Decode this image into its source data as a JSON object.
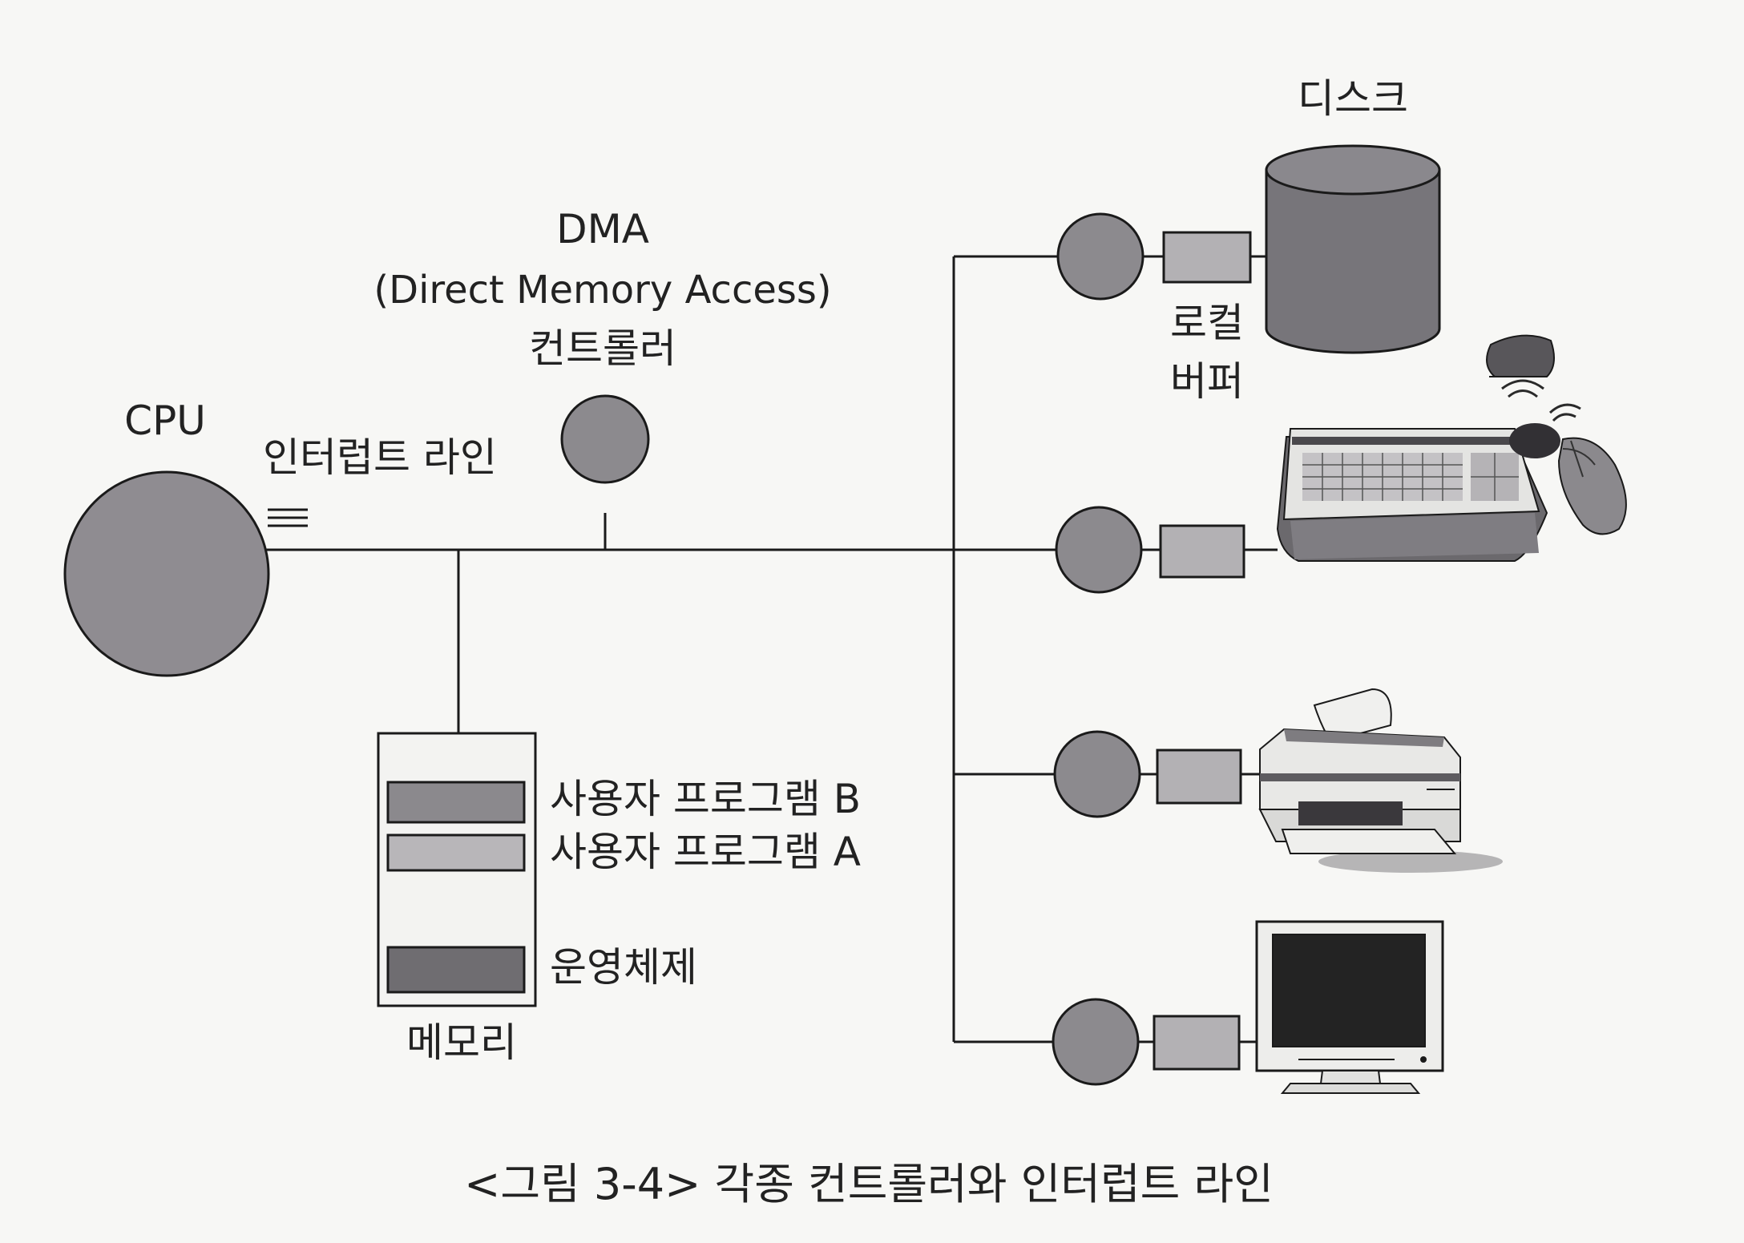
{
  "labels": {
    "cpu": "CPU",
    "interrupt_line": "인터럽트 라인",
    "dma_line1": "DMA",
    "dma_line2": "(Direct Memory Access)",
    "dma_line3": "컨트롤러",
    "disk": "디스크",
    "local_buffer_line1": "로컬",
    "local_buffer_line2": "버퍼",
    "memory": "메모리",
    "program_b": "사용자 프로그램 B",
    "program_a": "사용자 프로그램 A",
    "os": "운영체제"
  },
  "caption": "<그림 3-4> 각종 컨트롤러와 인터럽트 라인",
  "colors": {
    "controller": "#8c8a8e",
    "cpu": "#8f8c91",
    "buffer": "#b3b1b4",
    "program_b": "#8b898d",
    "program_a": "#b8b6b9",
    "os": "#6f6d71",
    "disk": "#77757a",
    "screen": "#232323",
    "line": "#1a1a1a"
  },
  "devices": [
    "disk",
    "keyboard-mouse",
    "printer",
    "monitor"
  ]
}
